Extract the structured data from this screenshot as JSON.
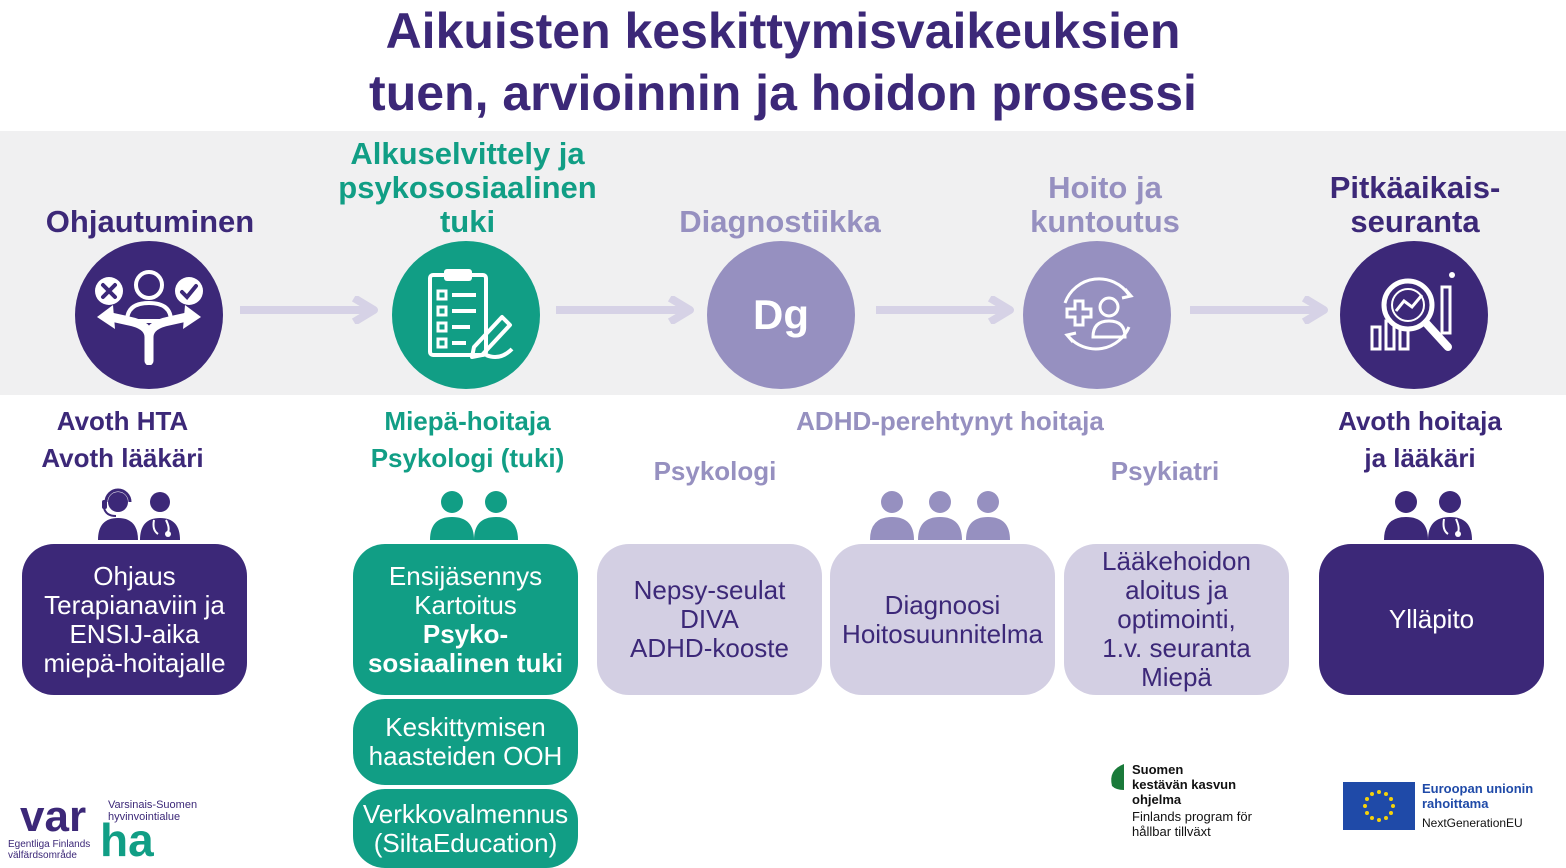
{
  "title": {
    "line1": "Aikuisten keskittymisvaikeuksien",
    "line2": "tuen, arvioinnin ja hoidon prosessi"
  },
  "stages": [
    {
      "label": [
        "Ohjautuminen"
      ],
      "icon": "fork-arrows-person-icon",
      "color": "#3c2878"
    },
    {
      "label": [
        "Alkuselvittely ja",
        "psykososiaalinen",
        "tuki"
      ],
      "icon": "clipboard-checklist-icon",
      "color": "#119e85"
    },
    {
      "label": [
        "Diagnostiikka"
      ],
      "icon": "dg-text-icon",
      "icon_text": "Dg",
      "color": "#9690c0"
    },
    {
      "label": [
        "Hoito ja",
        "kuntoutus"
      ],
      "icon": "care-person-cycle-icon",
      "color": "#9690c0"
    },
    {
      "label": [
        "Pitkäaikais-",
        "seuranta"
      ],
      "icon": "magnifier-chart-icon",
      "color": "#3c2878"
    }
  ],
  "roles": {
    "ohjautuminen": [
      "Avoth HTA",
      "Avoth lääkäri"
    ],
    "alkuselvittely": [
      "Miepä-hoitaja",
      "Psykologi (tuki)"
    ],
    "adhd": "ADHD-perehtynyt hoitaja",
    "psykologi": "Psykologi",
    "psykiatri": "Psykiatri",
    "seuranta": [
      "Avoth hoitaja",
      "ja lääkäri"
    ]
  },
  "boxes": {
    "ohjaus": [
      "Ohjaus",
      "Terapianaviin ja",
      "ENSIJ-aika",
      "miepä-hoitajalle"
    ],
    "ensijasennys": {
      "lines": [
        "Ensijäsennys",
        "Kartoitus"
      ],
      "bold": [
        "Psyko-",
        "sosiaalinen tuki"
      ]
    },
    "keskittymisen": [
      "Keskittymisen",
      "haasteiden OOH"
    ],
    "verkkovalmennus": [
      "Verkkovalmennus",
      "(SiltaEducation)"
    ],
    "nepsy": [
      "Nepsy-seulat",
      "DIVA",
      "ADHD-kooste"
    ],
    "diagnoosi": [
      "Diagnoosi",
      "Hoitosuunnitelma"
    ],
    "laakehoito": [
      "Lääkehoidon",
      "aloitus ja",
      "optimointi,",
      "1.v. seuranta",
      "Miepä"
    ],
    "yllapito": [
      "Ylläpito"
    ]
  },
  "logos": {
    "varha_small": [
      "Varsinais-Suomen",
      "hyvinvointialue"
    ],
    "varha_var": "var",
    "varha_ha": "ha",
    "varha_swedish": [
      "Egentliga Finlands",
      "välfärdsområde"
    ],
    "suomen": [
      "Suomen",
      "kestävän kasvun",
      "ohjelma"
    ],
    "suomen_sv": [
      "Finlands program för",
      "hållbar tillväxt"
    ],
    "eu": [
      "Euroopan unionin",
      "rahoittama"
    ],
    "eu_sub": "NextGenerationEU"
  },
  "colors": {
    "dark_purple": "#3c2878",
    "teal": "#119e85",
    "lavender": "#9690c0",
    "light_lavender": "#d3cfe3",
    "band": "#f0f0f1",
    "arrow": "#d6d2e6"
  }
}
